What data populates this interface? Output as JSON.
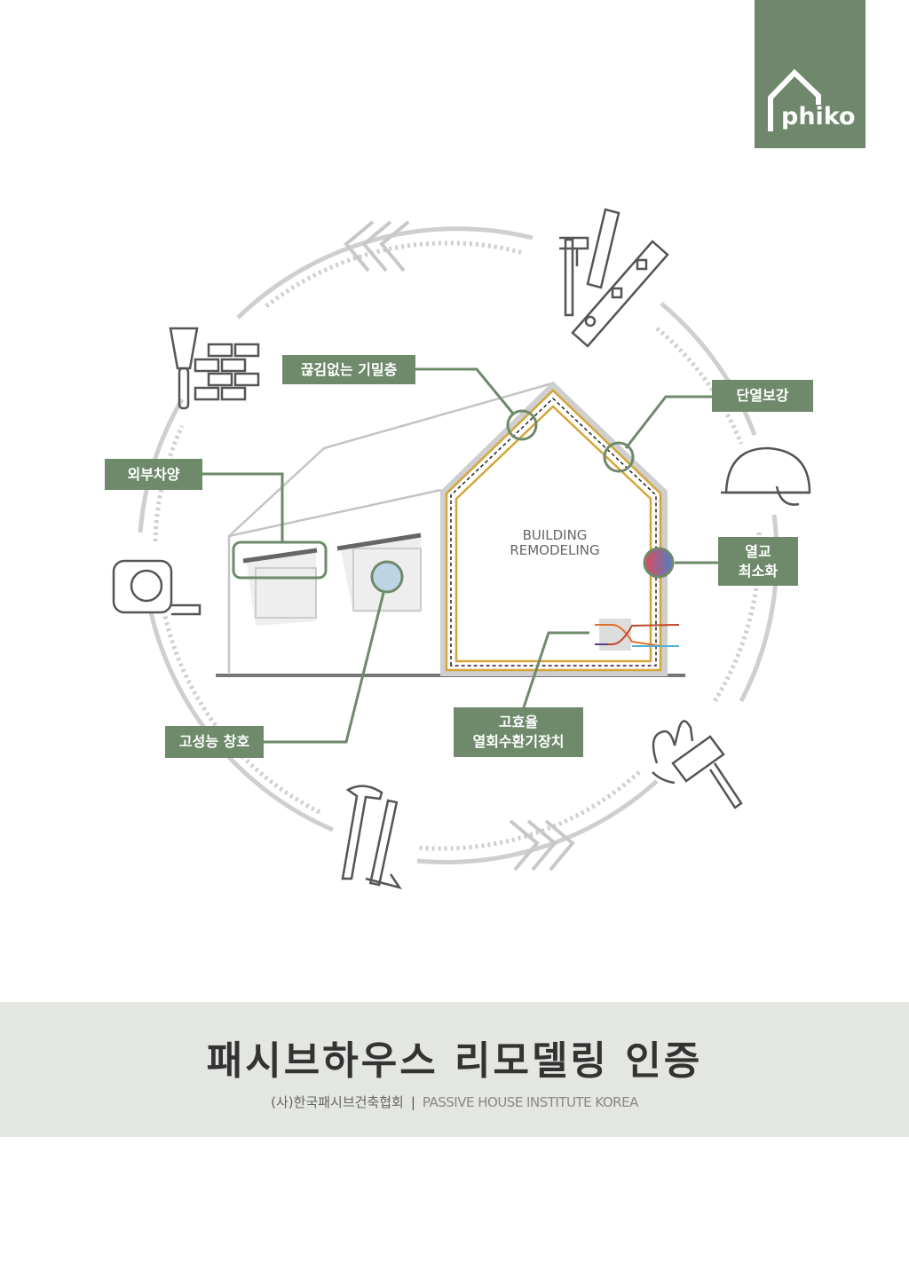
{
  "logo": {
    "text": "phiko"
  },
  "diagram": {
    "center_label": [
      "BUILDING",
      "REMODELING"
    ],
    "labels": {
      "airtight": "끊김없는 기밀층",
      "insulation": "단열보강",
      "shading": "외부차양",
      "thermal_bridge": [
        "열교",
        "최소화"
      ],
      "windows": "고성능 창호",
      "ventilation": [
        "고효율",
        "열회수환기장치"
      ]
    }
  },
  "footer": {
    "title": "패시브하우스 리모델링 인증",
    "org_kr": "(사)한국패시브건축협회",
    "separator": "|",
    "org_en": "PASSIVE HOUSE INSTITUTE KOREA"
  },
  "colors": {
    "accent": "#6e8a6b",
    "band": "#e3e6e1",
    "insulation": "#d4a53a"
  }
}
